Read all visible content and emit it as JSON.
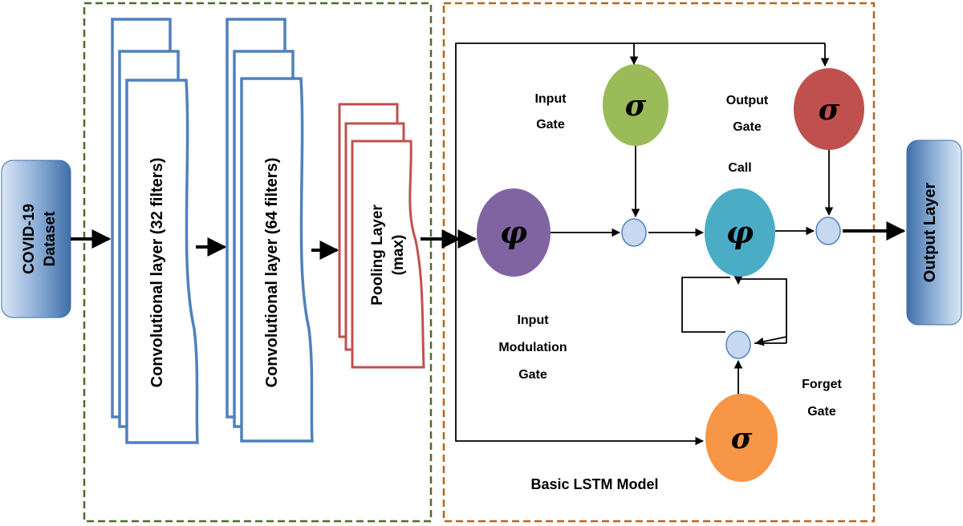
{
  "dataset_label_1": "COVID-19",
  "dataset_label_2": "Dataset",
  "conv1_label": "Convolutional layer (32 filters)",
  "conv2_label": "Convolutional layer (64 filters)",
  "pool_label_1": "Pooling Layer",
  "pool_label_2": "(max)",
  "output_layer_label": "Output Layer",
  "lstm_title": "Basic LSTM Model",
  "input_gate": {
    "line1": "Input",
    "line2": "Gate",
    "symbol": "σ"
  },
  "output_gate": {
    "line1": "Output",
    "line2": "Gate",
    "symbol": "σ"
  },
  "cell": {
    "label": "Call",
    "symbol": "φ"
  },
  "input_modulation": {
    "line1": "Input",
    "line2": "Modulation",
    "line3": "Gate",
    "symbol": "φ"
  },
  "forget_gate": {
    "line1": "Forget",
    "line2": "Gate",
    "symbol": "σ"
  },
  "colors": {
    "cnn_box": "#4e6b2a",
    "lstm_box": "#b5651d",
    "conv_stroke": "#4f81bd",
    "pool_stroke": "#c0504d",
    "input_gate_fill": "#9bbb59",
    "output_gate_fill": "#c0504d",
    "cell_fill": "#4bacc6",
    "modulation_fill": "#8064a2",
    "forget_fill": "#f79646",
    "node_fill": "#c6d9f1",
    "pill_fill": "#4f81bd"
  }
}
